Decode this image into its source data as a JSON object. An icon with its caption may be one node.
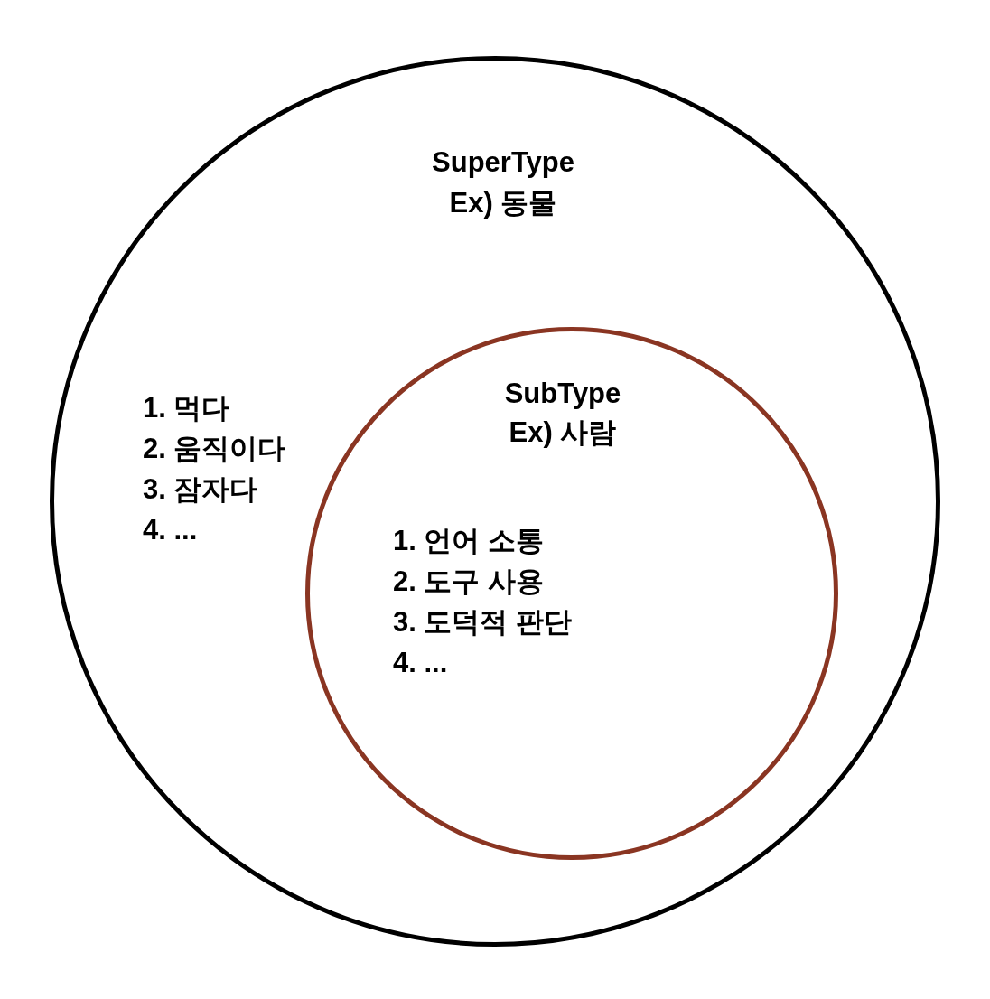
{
  "diagram": {
    "nodes": [
      {
        "text": [
          "SuperType",
          "Ex) 동물",
          "1. 먹다",
          "2. 움직이다",
          "3. 잠자다",
          "4. ..."
        ]
      },
      {
        "text": [
          "SubType",
          "Ex) 사람",
          "1. 언어 소통",
          "2. 도구 사용",
          "3. 도덕적 판단",
          "4. ..."
        ],
        "in": 0
      }
    ]
  }
}
